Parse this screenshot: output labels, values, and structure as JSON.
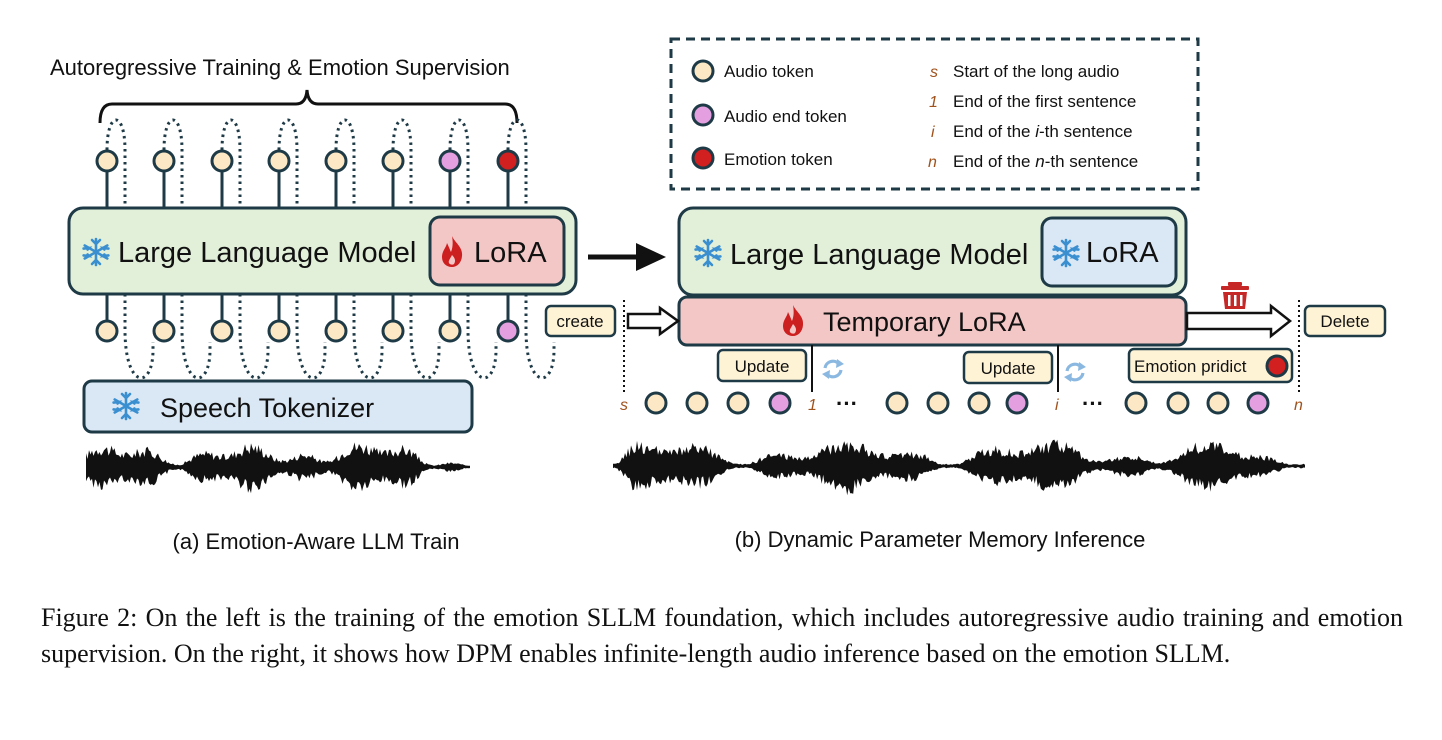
{
  "left_panel": {
    "header": "Autoregressive Training & Emotion Supervision",
    "llm_label": "Large Language Model",
    "lora_label": "LoRA",
    "tokenizer_label": "Speech Tokenizer",
    "subcaption": "(a) Emotion-Aware LLM Train"
  },
  "right_panel": {
    "llm_label": "Large Language Model",
    "lora_label": "LoRA",
    "temp_lora_label": "Temporary LoRA",
    "create_label": "create",
    "delete_label": "Delete",
    "update_label_1": "Update",
    "update_label_2": "Update",
    "emotion_predict_label": "Emotion pridict",
    "marker_s": "s",
    "marker_1": "1",
    "marker_i": "i",
    "marker_n": "n",
    "ellipsis_1": "···",
    "ellipsis_2": "···",
    "subcaption": "(b) Dynamic Parameter Memory Inference"
  },
  "legend": {
    "audio_token": "Audio token",
    "audio_end_token": "Audio end token",
    "emotion_token": "Emotion token",
    "start_symbol": "s",
    "start_text": "Start of the long audio",
    "first_symbol": "1",
    "first_text": "End of the first sentence",
    "ith_symbol": "i",
    "ith_text_pre": "End of the ",
    "ith_text_var": "i",
    "ith_text_post": "-th sentence",
    "nth_symbol": "n",
    "nth_text_pre": "End of the ",
    "nth_text_var": "n",
    "nth_text_post": "-th sentence"
  },
  "colors": {
    "audio_token": "#fce8c4",
    "audio_end_token": "#e49fe0",
    "emotion_token": "#d21f1f",
    "llm_fill": "#e2f0d9",
    "lora_fill": "#f4c7c7",
    "tokenizer_fill": "#dae8f6",
    "label_fill": "#fff3d6",
    "box_border": "#1e3a46",
    "marker_color": "#a0521d",
    "snowflake": "#3a8fd0",
    "flame": "#cc1f1f",
    "sync_icon": "#8ab8e0",
    "trash": "#c62828"
  },
  "icons": {
    "frozen": "snowflake-icon",
    "trainable": "flame-icon",
    "delete": "trash-icon",
    "update": "sync-icon"
  },
  "caption": "Figure 2: On the left is the training of the emotion SLLM foundation, which includes autoregressive audio training and emotion supervision. On the right, it shows how DPM enables infinite-length audio inference based on the emotion SLLM."
}
